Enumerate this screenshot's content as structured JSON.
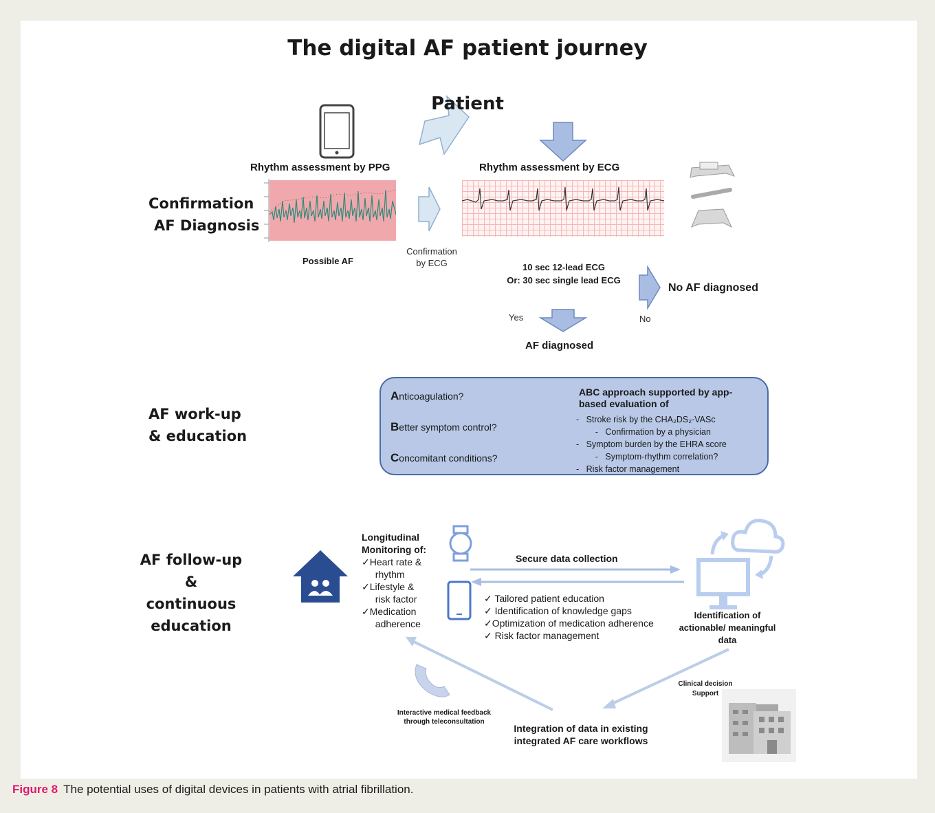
{
  "title": "The digital AF patient journey",
  "patient_label": "Patient",
  "sections": {
    "diagnosis_line1": "Confirmation",
    "diagnosis_line2": "AF Diagnosis",
    "workup_line1": "AF work-up",
    "workup_line2": "& education",
    "followup_line1": "AF follow-up",
    "followup_line2": "& continuous",
    "followup_line3": "education"
  },
  "diagnosis": {
    "ppg_title": "Rhythm assessment by PPG",
    "ecg_title": "Rhythm assessment by ECG",
    "possible_af": "Possible AF",
    "confirmation_line1": "Confirmation",
    "confirmation_line2": "by ECG",
    "ecg_line1": "10 sec 12-lead ECG",
    "ecg_line2": "Or: 30 sec single lead ECG",
    "no_af": "No AF diagnosed",
    "yes": "Yes",
    "no": "No",
    "af_diagnosed": "AF diagnosed"
  },
  "workup": {
    "q1_cap": "A",
    "q1_rest": "nticoagulation?",
    "q2_cap": "B",
    "q2_rest": "etter symptom control?",
    "q3_cap": "C",
    "q3_rest": "oncomitant conditions?",
    "abc_head_line1": "ABC approach supported by app-",
    "abc_head_line2": "based evaluation of",
    "abc_items": [
      "-   Stroke risk by the CHA₂DS₂-VASc",
      "        -   Confirmation by a physician",
      "-   Symptom burden by the EHRA score",
      "        -   Symptom-rhythm correlation?",
      "-   Risk factor management"
    ]
  },
  "followup": {
    "monitoring_head1": "Longitudinal",
    "monitoring_head2": "Monitoring of:",
    "monitoring_items": [
      "✓Heart rate &",
      "  rhythm",
      "✓Lifestyle &",
      "  risk factor",
      "✓Medication",
      "  adherence"
    ],
    "secure_data": "Secure data collection",
    "education_items": [
      "✓ Tailored patient education",
      "✓ Identification of knowledge gaps",
      "✓Optimization of medication adherence",
      "✓ Risk factor management"
    ],
    "identification_line1": "Identification of",
    "identification_line2": "actionable/ meaningful",
    "identification_line3": "data",
    "clinical_line1": "Clinical decision",
    "clinical_line2": "Support",
    "interactive_line1": "Interactive medical feedback",
    "interactive_line2": "through teleconsultation",
    "integration_line1": "Integration of data in existing",
    "integration_line2": "integrated AF care workflows"
  },
  "caption": {
    "label": "Figure 8",
    "text": "The potential uses of digital devices in patients with atrial fibrillation."
  },
  "colors": {
    "arrow_fill": "#a9bde3",
    "arrow_light": "#d9e7f3",
    "box_fill": "#b8c8e6",
    "box_border": "#4a6aa6",
    "house_blue": "#2a4d92",
    "figure_label": "#e0176f"
  }
}
